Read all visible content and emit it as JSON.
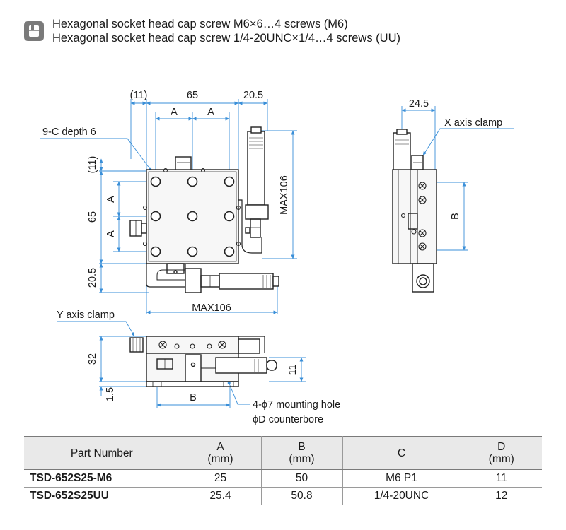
{
  "header": {
    "line1": "Hexagonal socket head cap screw M6×6…4 screws (M6)",
    "line2": "Hexagonal socket head cap screw 1/4-20UNC×1/4…4 screws (UU)"
  },
  "drawing": {
    "dim_11_top": "(11)",
    "dim_65_top": "65",
    "dim_20_5_top": "20.5",
    "dim_A1": "A",
    "dim_A2": "A",
    "tapped_holes": "9-C depth 6",
    "dim_11_left": "(11)",
    "dim_A_left1": "A",
    "dim_65_left": "65",
    "dim_A_left2": "A",
    "dim_20_5_left": "20.5",
    "dim_max106_width": "MAX106",
    "dim_max106_height": "MAX106",
    "dim_24_5": "24.5",
    "x_axis_clamp": "X axis clamp",
    "dim_B_side": "B",
    "y_axis_clamp": "Y axis clamp",
    "dim_32": "32",
    "dim_1_5": "1.5",
    "dim_11_front": "11",
    "dim_B_front": "B",
    "mount_line1": "4-ϕ7 mounting hole",
    "mount_line2": "ϕD  counterbore"
  },
  "table": {
    "headers": [
      {
        "label": "Part Number",
        "unit": ""
      },
      {
        "label": "A",
        "unit": "(mm)"
      },
      {
        "label": "B",
        "unit": "(mm)"
      },
      {
        "label": "C",
        "unit": ""
      },
      {
        "label": "D",
        "unit": "(mm)"
      }
    ],
    "rows": [
      [
        "TSD-652S25-M6",
        "25",
        "50",
        "M6 P1",
        "11"
      ],
      [
        "TSD-652S25UU",
        "25.4",
        "50.8",
        "1/4-20UNC",
        "12"
      ]
    ]
  }
}
